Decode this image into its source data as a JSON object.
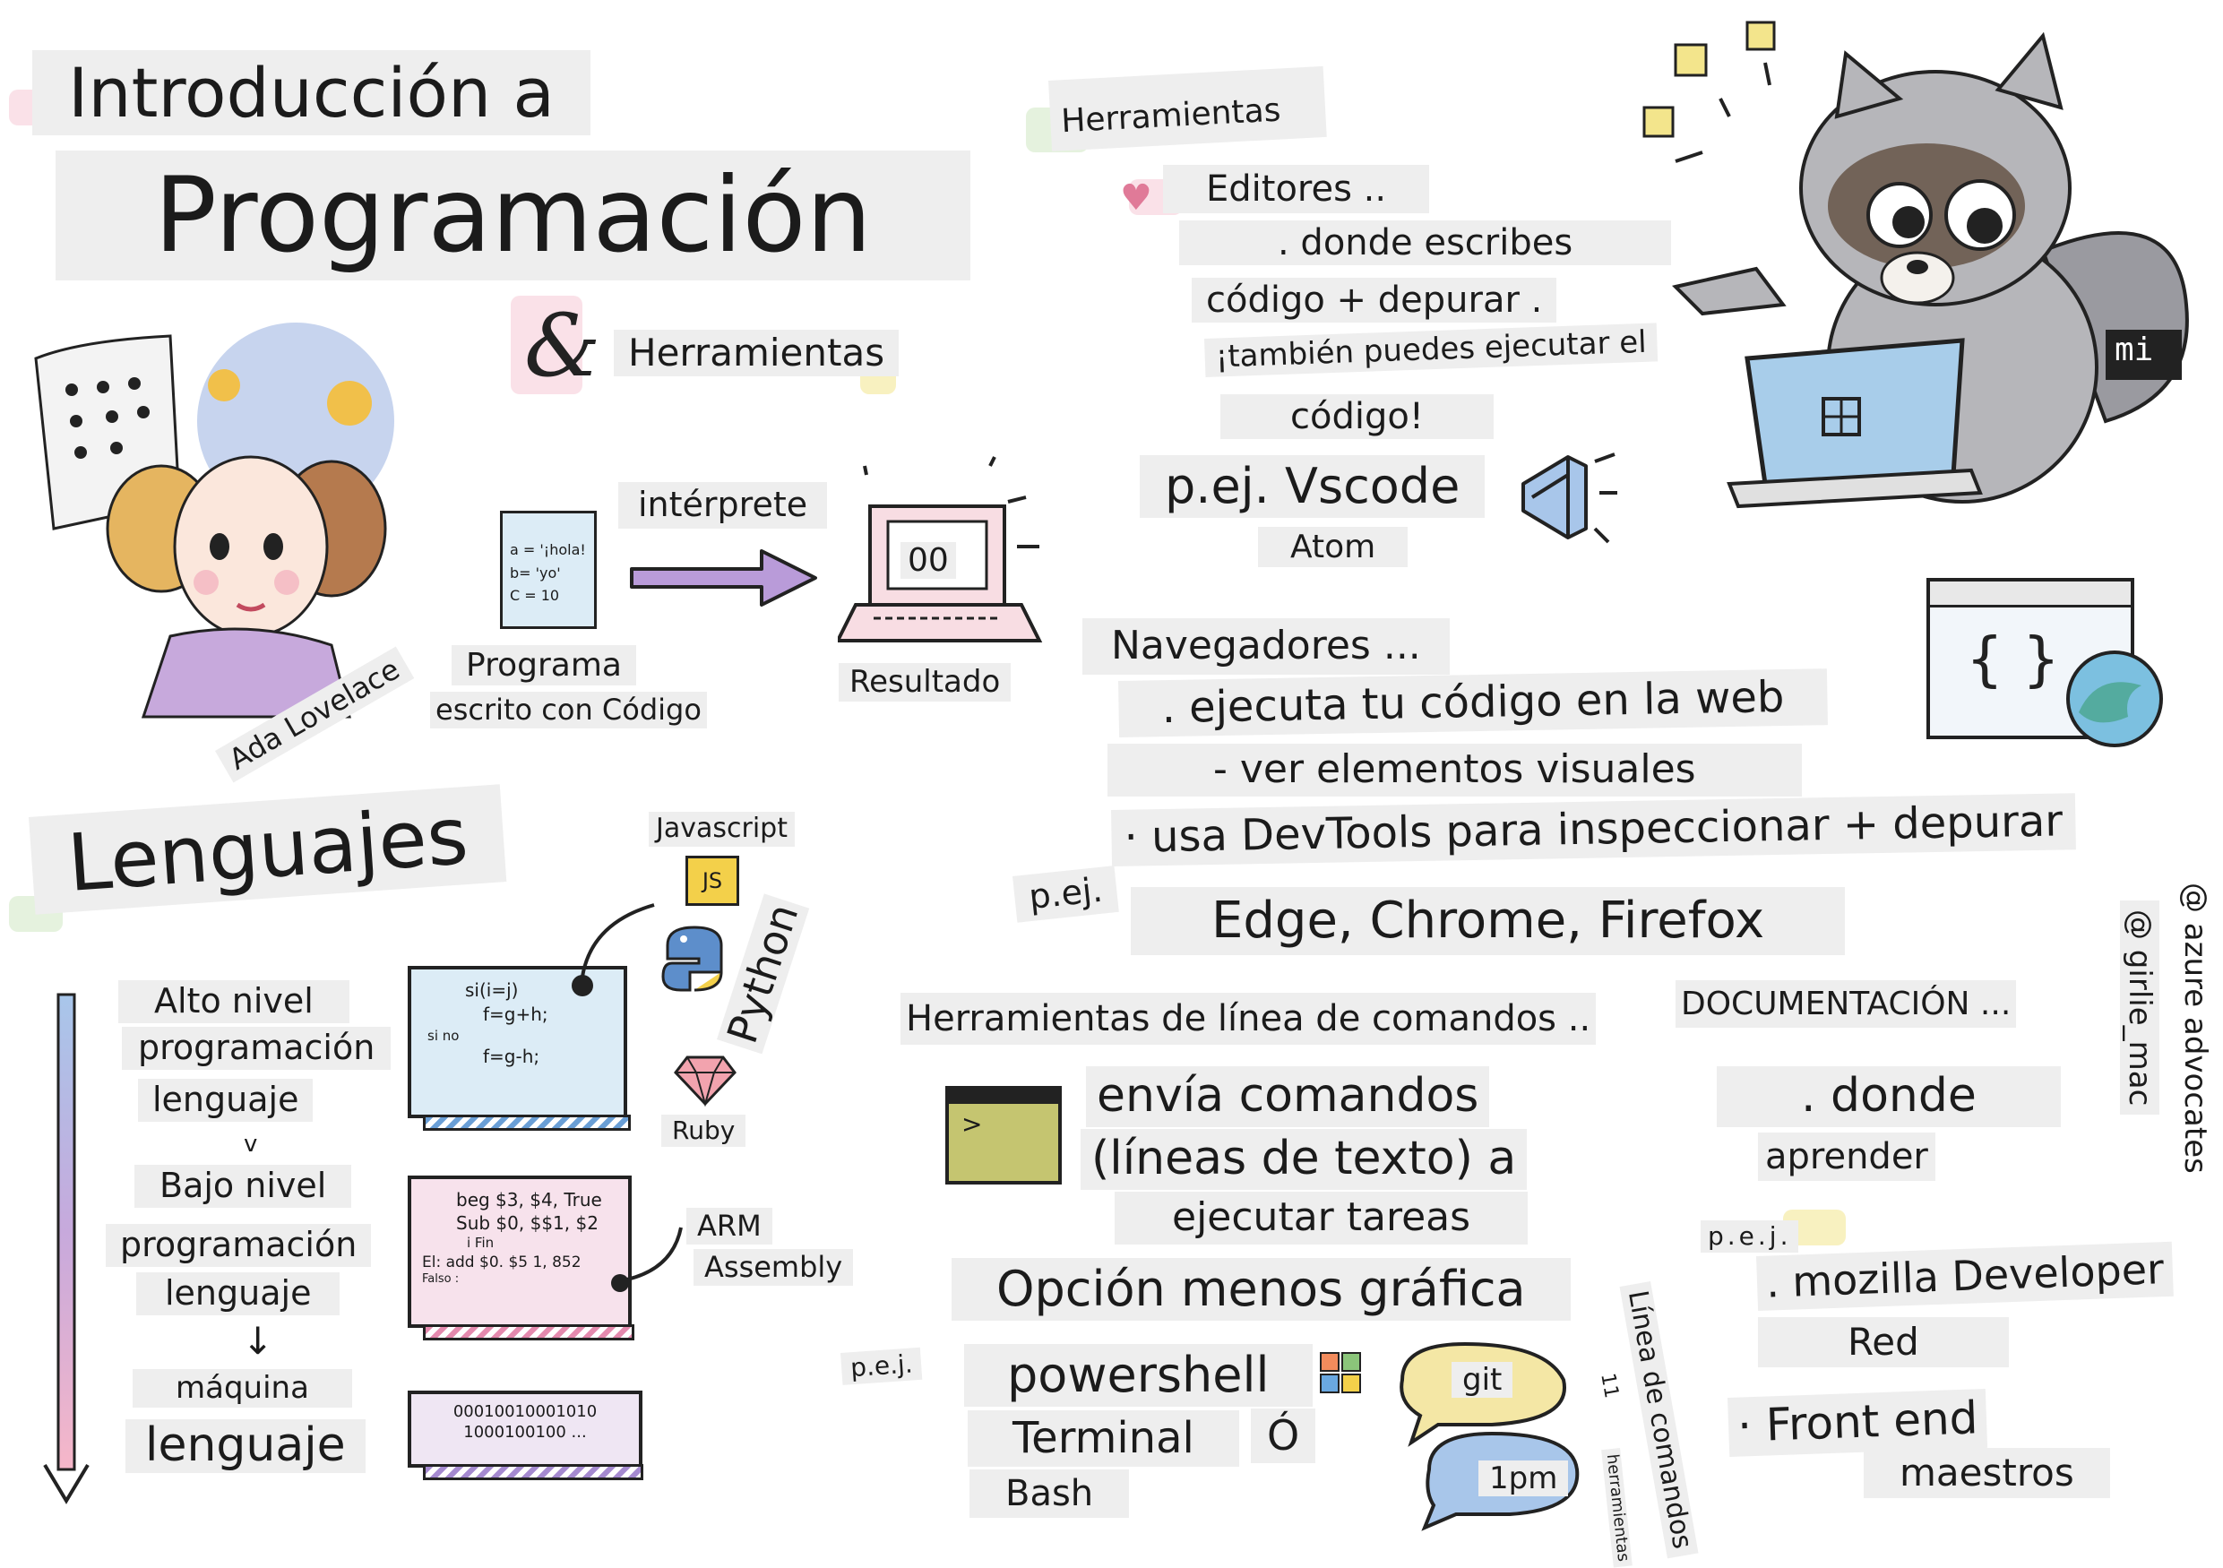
{
  "header": {
    "title_line1": "Introducción a",
    "title_line2": "Programación",
    "ampersand": "&",
    "subtitle": "Herramientas"
  },
  "intro": {
    "portrait_caption": "Ada Lovelace",
    "code_snippet": [
      "a = '¡hola!",
      "b= 'yo'",
      "C = 10"
    ],
    "program_label": "Programa",
    "program_sublabel": "escrito con Código",
    "arrow_label": "intérprete",
    "screen_text": "00",
    "result_label": "Resultado"
  },
  "languages": {
    "title": "Lenguajes",
    "high_level": [
      "Alto nivel",
      "programación",
      "lenguaje"
    ],
    "v_label": "v",
    "low_level": [
      "Bajo nivel",
      "programación",
      "lenguaje"
    ],
    "down_arrow": "↓",
    "machine": [
      "máquina",
      "lenguaje"
    ],
    "high_code": [
      "si(i=j)",
      "f=g+h;",
      "si no",
      "f=g-h;"
    ],
    "low_code": [
      "beg $3, $4, True",
      "Sub $0, $$1, $2",
      "i Fin",
      "El: add $0. $5 1, 852",
      "Falso :"
    ],
    "machine_code": [
      "00010010001010",
      "1000100100 ..."
    ],
    "js_label": "Javascript",
    "js_badge": "JS",
    "python_label": "Python",
    "ruby_label": "Ruby",
    "arm_label": [
      "ARM",
      "Assembly"
    ]
  },
  "tools": {
    "title": "Herramientas",
    "editors": {
      "heading": "Editores ..",
      "desc": [
        ". donde escribes",
        "código + depurar .",
        "¡también puedes ejecutar el",
        "código!"
      ],
      "example": "p.ej. Vscode",
      "example2": "Atom"
    },
    "browsers": {
      "heading": "Navegadores ...",
      "desc": [
        ". ejecuta tu código en la web",
        "- ver elementos visuales",
        "· usa DevTools para inspeccionar + depurar"
      ],
      "pej": "p.ej.",
      "example": "Edge, Chrome, Firefox",
      "braces": "{ }"
    },
    "cli": {
      "heading": "Herramientas de línea de comandos ..",
      "prompt": ">",
      "desc": [
        "envía comandos",
        "(líneas de texto) a",
        "ejecutar tareas"
      ],
      "option": "Opción menos gráfica",
      "pej": "p.e.j.",
      "examples": [
        "powershell",
        "Terminal",
        "Ó",
        "Bash"
      ],
      "bubbles": [
        "git",
        "1pm"
      ],
      "vertical": [
        "Línea de comandos",
        "herramientas"
      ],
      "bubble_mark": "11"
    },
    "docs": {
      "heading": "DOCUMENTACIÓN ...",
      "desc": [
        ". donde",
        "aprender"
      ],
      "pej": "p.e.j.",
      "items": [
        ". mozilla Developer",
        "Red",
        "· Front end",
        "maestros"
      ]
    }
  },
  "mascot": {
    "badge": "mi"
  },
  "credits": [
    "@ azure advocates",
    "@ girlie_mac"
  ],
  "colors": {
    "blue": "#c8dff0",
    "pink": "#f6c9d6",
    "yellow": "#f3e58c",
    "green": "#cfe7c3",
    "purple": "#c7a9dc",
    "arrow": "#b99bd9"
  }
}
